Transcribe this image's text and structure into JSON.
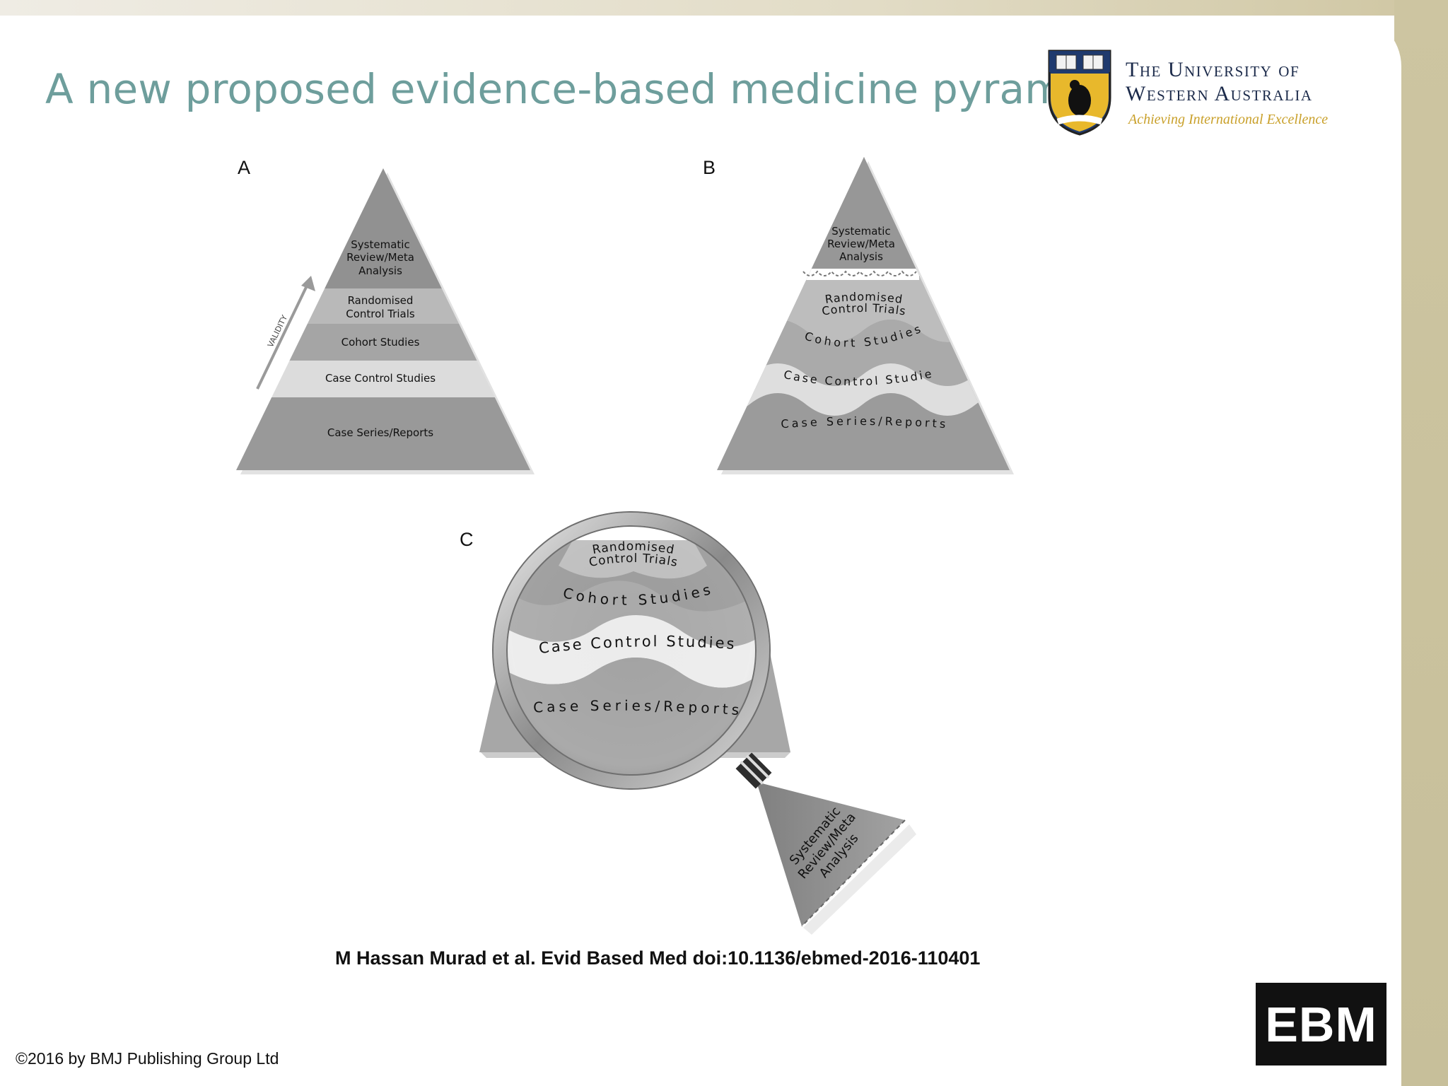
{
  "slide": {
    "title": "A new proposed evidence-based medicine pyramid"
  },
  "logo": {
    "name_line1": "The University of",
    "name_line2": "Western Australia",
    "tagline": "Achieving International Excellence",
    "crest_icon": "university-crest-icon"
  },
  "panels": {
    "a": {
      "label": "A",
      "validity_label": "VALIDITY",
      "tiers": [
        {
          "lines": [
            "Systematic",
            "Review/Meta",
            "Analysis"
          ]
        },
        {
          "lines": [
            "Randomised",
            "Control Trials"
          ]
        },
        {
          "lines": [
            "Cohort Studies"
          ]
        },
        {
          "lines": [
            "Case Control Studies"
          ]
        },
        {
          "lines": [
            "Case Series/Reports"
          ]
        }
      ]
    },
    "b": {
      "label": "B",
      "top_lines": [
        "Systematic",
        "Review/Meta",
        "Analysis"
      ],
      "rct_line1": "Randomised",
      "rct_line2": "Control Trials",
      "cohort": "Cohort Studies",
      "case_control": "Case Control Studies",
      "case_series": "Case Series/Reports"
    },
    "c": {
      "label": "C",
      "rct_line1": "Randomised",
      "rct_line2": "Control Trials",
      "cohort": "Cohort Studies",
      "case_control": "Case Control Studies",
      "case_series": "Case Series/Reports",
      "handle_lines": [
        "Systematic",
        "Review/Meta",
        "Analysis"
      ],
      "lens_icon": "magnifying-glass-icon"
    }
  },
  "citation": "M Hassan Murad et al. Evid Based Med doi:10.1136/ebmed-2016-110401",
  "copyright": "©2016 by BMJ Publishing Group Ltd",
  "journal_logo": "EBM",
  "colors": {
    "title": "#6e9e9c",
    "tier_dark": "#8f8f8f",
    "tier_mid": "#a9a9a9",
    "tier_light": "#dcdcdc",
    "band": "#cdc5a1"
  }
}
